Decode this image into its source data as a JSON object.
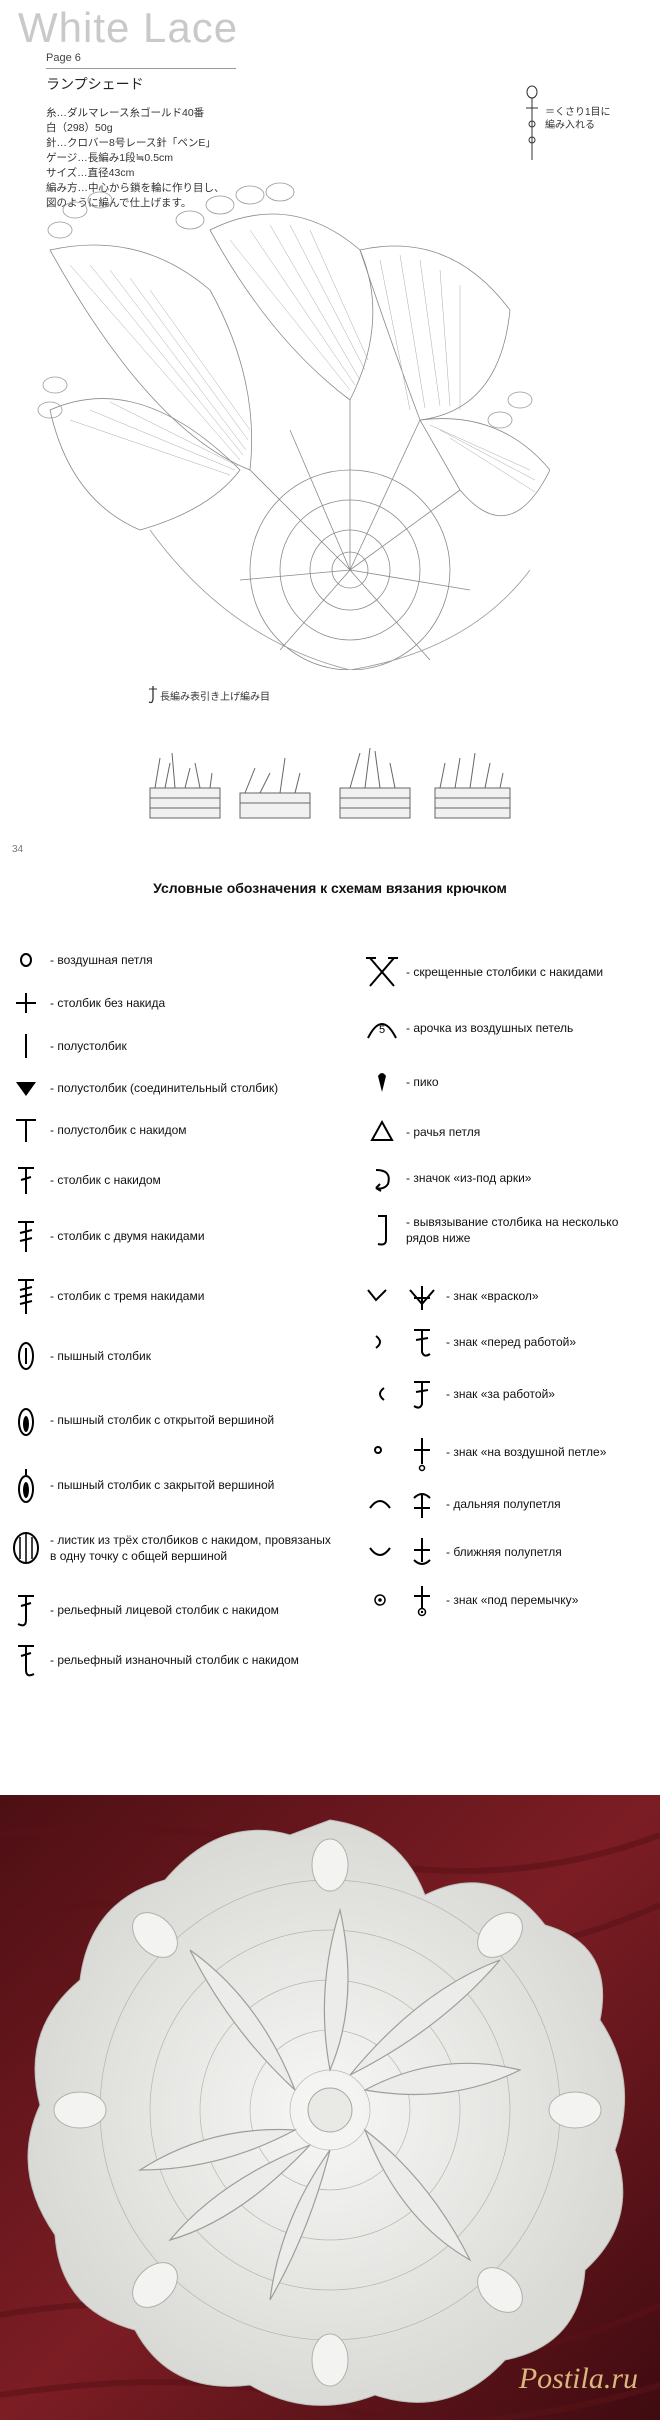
{
  "header": {
    "brand": "White Lace",
    "page_tag": "Page 6",
    "title": "ランプシェード"
  },
  "materials": [
    "糸…ダルマレース糸ゴールド40番",
    "白（298）50g",
    "針…クロバー8号レース針「ペンE」",
    "ゲージ…長編み1段≒0.5cm",
    "サイズ…直径43cm",
    "編み方…中心から鎖を輪に作り目し、",
    "図のように編んで仕上げます。"
  ],
  "side_note": "＝くさり1目に\n編み入れる",
  "stitch_note": "長編み表引き上げ編み目",
  "page_number": "34",
  "legend": {
    "title": "Условные обозначения к схемам вязания крючком",
    "left": [
      {
        "icon": "chain-circle-icon",
        "label": "- воздушная петля"
      },
      {
        "icon": "plus-icon",
        "label": "- столбик без накида"
      },
      {
        "icon": "vertical-bar-icon",
        "label": "- полустолбик"
      },
      {
        "icon": "filled-triangle-icon",
        "label": "- полустолбик (соединительный столбик)"
      },
      {
        "icon": "t-icon",
        "label": "- полустолбик с накидом"
      },
      {
        "icon": "dagger-icon",
        "label": "- столбик с накидом"
      },
      {
        "icon": "double-dagger-icon",
        "label": "- столбик с двумя накидами"
      },
      {
        "icon": "triple-dagger-icon",
        "label": "- столбик с тремя накидами"
      },
      {
        "icon": "puff-icon",
        "label": "- пышный столбик"
      },
      {
        "icon": "puff-open-icon",
        "label": "- пышный столбик с открытой вершиной"
      },
      {
        "icon": "puff-closed-icon",
        "label": "- пышный столбик с закрытой вершиной"
      },
      {
        "icon": "leaf-cluster-icon",
        "label": "- листик из трёх столбиков с накидом, провязаных в одну точку с общей вершиной"
      },
      {
        "icon": "front-post-icon",
        "label": "- рельефный лицевой столбик с накидом"
      },
      {
        "icon": "back-post-icon",
        "label": "- рельефный изнаночный столбик с накидом"
      }
    ],
    "right": [
      {
        "icon": "crossed-stitch-icon",
        "label": "- скрещенные столбики с накидами"
      },
      {
        "icon": "arch-icon",
        "label": "- арочка из воздушных петель",
        "num": "5"
      },
      {
        "icon": "picot-icon",
        "label": "- пико"
      },
      {
        "icon": "triangle-outline-icon",
        "label": "- рачья петля"
      },
      {
        "icon": "arc-arrow-icon",
        "label": "- значок «из-под арки»"
      },
      {
        "icon": "hook-icon",
        "label": "- вывязывание столбика на несколько рядов ниже"
      },
      {
        "icon": "chevron-icon",
        "label": "- знак «враскол»"
      },
      {
        "icon": "front-loop-icon",
        "label": "- знак «перед работой»"
      },
      {
        "icon": "back-loop-icon",
        "label": "- знак «за работой»"
      },
      {
        "icon": "on-chain-icon",
        "label": "- знак «на воздушной петле»"
      },
      {
        "icon": "far-loop-icon",
        "label": "- дальняя полупетля"
      },
      {
        "icon": "near-loop-icon",
        "label": "- ближняя полупетля"
      },
      {
        "icon": "under-bar-icon",
        "label": "- знак «под перемычку»"
      }
    ]
  },
  "photo": {
    "watermark": "Postila.ru",
    "colors": {
      "background": "#6e1a1f",
      "lace": "#f2f2f0"
    }
  }
}
